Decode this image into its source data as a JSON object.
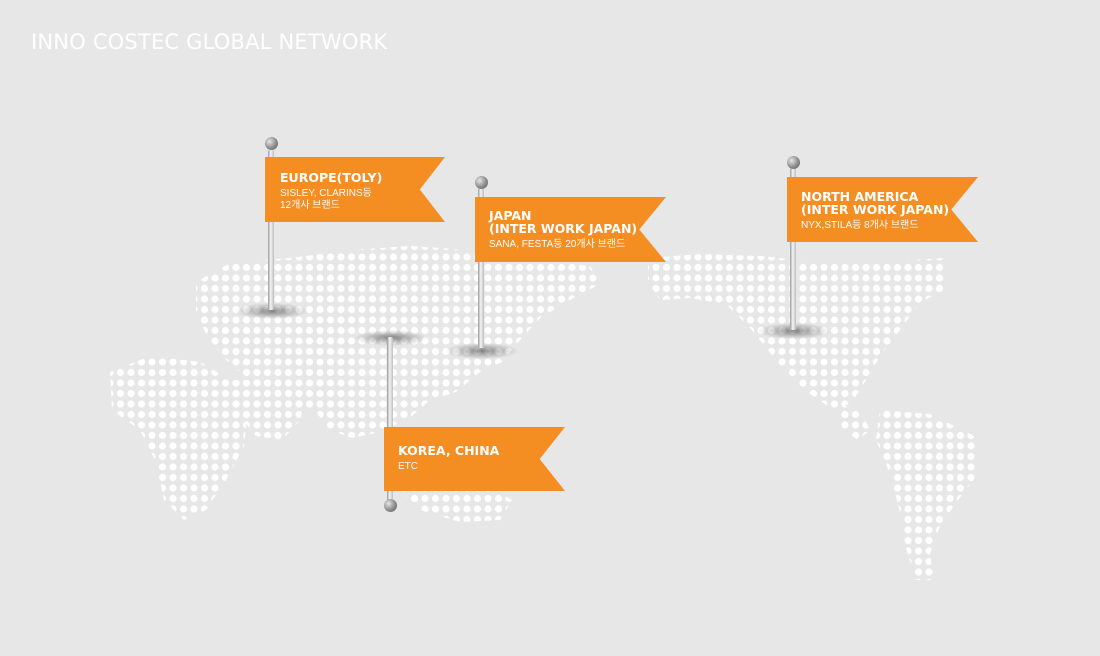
{
  "title": "INNO COSTEC GLOBAL NETWORK",
  "colors": {
    "background": "#e8e7e7",
    "flag": "#f48d22",
    "map_dots": "#ffffff"
  },
  "flags": [
    {
      "id": "europe",
      "title": "EUROPE(TOLY)",
      "sub": "SISLEY, CLARINS등\n12개사 브랜드"
    },
    {
      "id": "japan",
      "title": "JAPAN\n(INTER WORK JAPAN)",
      "sub": "SANA, FESTA등 20개사 브랜드"
    },
    {
      "id": "korea",
      "title": "KOREA, CHINA",
      "sub": "ETC"
    },
    {
      "id": "north_america",
      "title": "NORTH AMERICA\n(INTER WORK JAPAN)",
      "sub": "NYX,STILA등 8개사 브랜드"
    }
  ]
}
